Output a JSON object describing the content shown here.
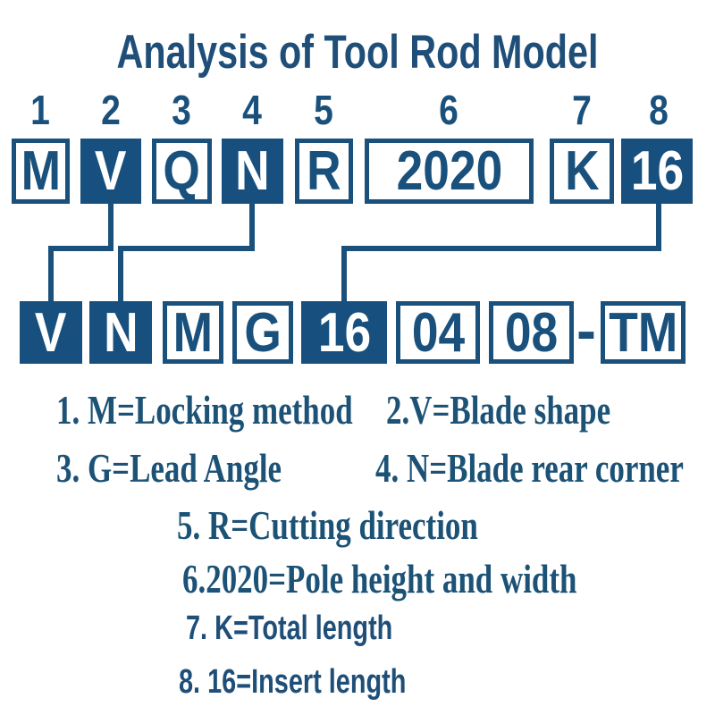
{
  "title": "Analysis of Tool Rod Model",
  "colors": {
    "primary_blue": "#1A517C",
    "title_blue": "#1F4E79",
    "serif_blue": "#1C5276",
    "box_fill": "#17507E",
    "white": "#FFFFFF"
  },
  "position_numbers": [
    "1",
    "2",
    "3",
    "4",
    "5",
    "6",
    "7",
    "8"
  ],
  "segments_top": [
    "M",
    "V",
    "Q",
    "N",
    "R",
    "2020",
    "K",
    "16"
  ],
  "segments_bottom": [
    "V",
    "N",
    "M",
    "G",
    "16",
    "04",
    "08",
    "TM"
  ],
  "segments_bottom_separator": "-",
  "legend": [
    "1. M=Locking method",
    "2.V=Blade shape",
    "3. G=Lead Angle",
    "4. N=Blade rear corner",
    "5. R=Cutting direction",
    "6.2020=Pole height and width",
    "7. K=Total length",
    "8. 16=Insert length"
  ]
}
